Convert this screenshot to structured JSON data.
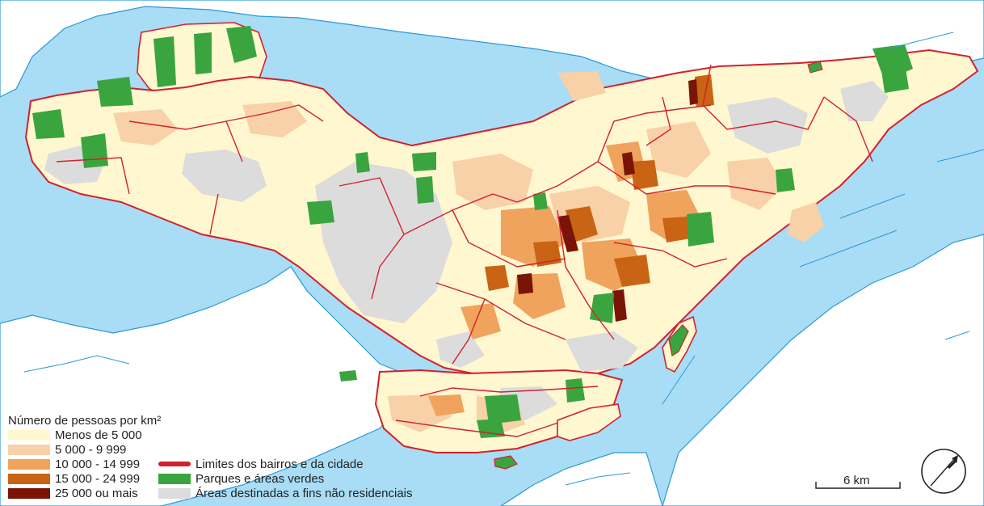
{
  "legend": {
    "title": "Número de pessoas por km²",
    "density_classes": [
      {
        "label": "Menos de 5 000",
        "color": "#fff7cf"
      },
      {
        "label": "5 000 - 9 999",
        "color": "#f8d1a8"
      },
      {
        "label": "10 000 - 14 999",
        "color": "#f0a35c"
      },
      {
        "label": "15 000 - 24 999",
        "color": "#c96414"
      },
      {
        "label": "25 000 ou mais",
        "color": "#7a1406"
      }
    ],
    "overlay_items": [
      {
        "label": "Limites dos bairros e da cidade",
        "color": "#d2202f",
        "kind": "line"
      },
      {
        "label": "Parques e áreas verdes",
        "color": "#3aa53f",
        "kind": "fill"
      },
      {
        "label": "Áreas destinadas a fins não residenciais",
        "color": "#dcdcdc",
        "kind": "fill"
      }
    ]
  },
  "scale_bar": {
    "label": "6 km"
  },
  "colors": {
    "water": "#a9dcf5",
    "shoreline": "#2a9ad6",
    "land_outside": "#ffffff",
    "residential_low": "#fff7cf",
    "nonresidential": "#dcdcdc",
    "park": "#3aa53f",
    "boundary": "#d2202f"
  },
  "north_arrow": {
    "icon": "north-arrow-icon"
  }
}
